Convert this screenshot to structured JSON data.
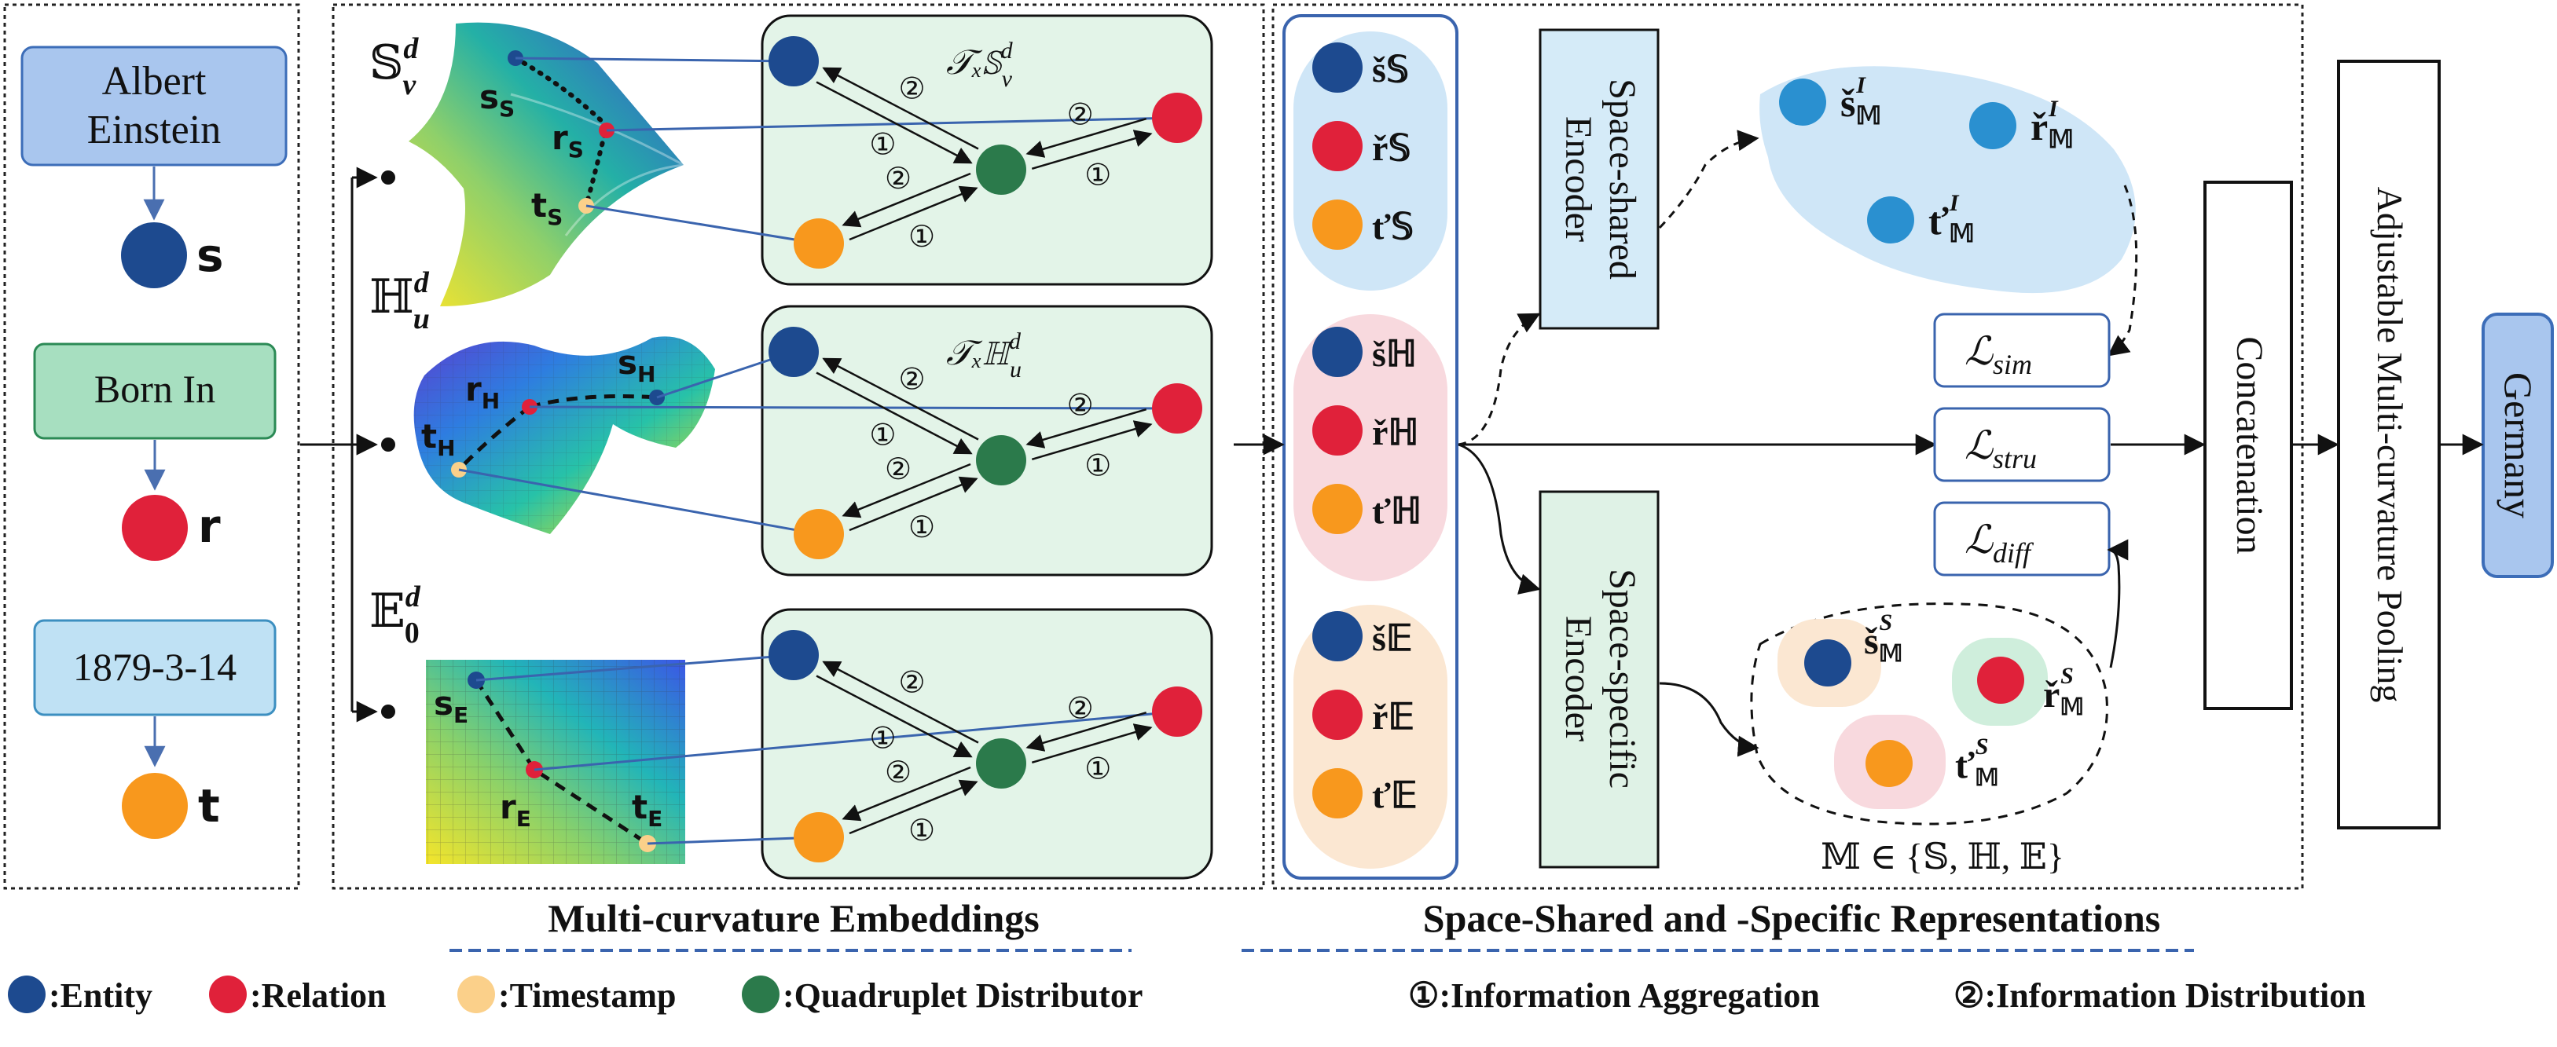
{
  "input": {
    "subject": "Albert\nEinstein",
    "subject_symbol": "s",
    "relation": "Born In",
    "relation_symbol": "r",
    "timestamp": "1879-3-14",
    "timestamp_symbol": "t"
  },
  "spaces": [
    {
      "space_label": "𝕊",
      "space_sup": "d",
      "space_sub": "v",
      "tangent_label": "𝒯ₓ𝕊",
      "tangent_sup": "d",
      "tangent_sub": "v",
      "s_label": "s",
      "r_label": "r",
      "t_label": "t",
      "sub": "S"
    },
    {
      "space_label": "ℍ",
      "space_sup": "d",
      "space_sub": "u",
      "tangent_label": "𝒯ₓℍ",
      "tangent_sup": "d",
      "tangent_sub": "u",
      "s_label": "s",
      "r_label": "r",
      "t_label": "t",
      "sub": "H"
    },
    {
      "space_label": "𝔼",
      "space_sup": "d",
      "space_sub": "0",
      "s_label": "s",
      "r_label": "r",
      "t_label": "t",
      "sub": "E"
    }
  ],
  "section_titles": {
    "embeddings": "Multi-curvature Embeddings",
    "representations": "Space-Shared and -Specific Representations"
  },
  "shared_group": {
    "S": [
      "š𝕊",
      "ř𝕊",
      "ť𝕊"
    ],
    "H": [
      "šℍ",
      "řℍ",
      "ťℍ"
    ],
    "E": [
      "š𝔼",
      "ř𝔼",
      "ť𝔼"
    ]
  },
  "encoders": {
    "shared": "Space-shared\nEncoder",
    "specific": "Space-specific\nEncoder"
  },
  "invariant": {
    "s": "š",
    "r": "ř",
    "t": "ť",
    "sub": "𝕄",
    "sup": "I"
  },
  "specific": {
    "s": "š",
    "r": "ř",
    "t": "ť",
    "sub": "𝕄",
    "sup": "S"
  },
  "membership": "𝕄 ∈ {𝕊, ℍ, 𝔼}",
  "losses": [
    {
      "symbol": "ℒ",
      "sub": "sim"
    },
    {
      "symbol": "ℒ",
      "sub": "stru"
    },
    {
      "symbol": "ℒ",
      "sub": "diff"
    }
  ],
  "concat": "Concatenation",
  "pooling": "Adjustable Multi-curvature Pooling",
  "output": "Germany",
  "step_marks": {
    "aggregation": "①",
    "distribution": "②"
  },
  "legend": {
    "entity": ":Entity",
    "relation": ":Relation",
    "timestamp": ":Timestamp",
    "distributor": ":Quadruplet Distributor",
    "aggregation": "①:Information Aggregation",
    "distribution": "②:Information Distribution"
  },
  "colors": {
    "entity": "#1d4a8f",
    "relation": "#e0213a",
    "timestamp": "#f8981d",
    "timestamp_light": "#fbd08a",
    "distributor": "#2b7a4b",
    "blue_box": "#a9c6ee",
    "green_box": "#a7dfc0",
    "light_blue_box": "#bfe1f4",
    "tangent_bg": "#e3f4e8",
    "cloud_blue": "#cfe6f7",
    "cloud_pink": "#f8d9de",
    "cloud_orange": "#fbe7d2",
    "invariant_dot": "#2a90d0",
    "dashed_blue": "#3a64ae"
  }
}
